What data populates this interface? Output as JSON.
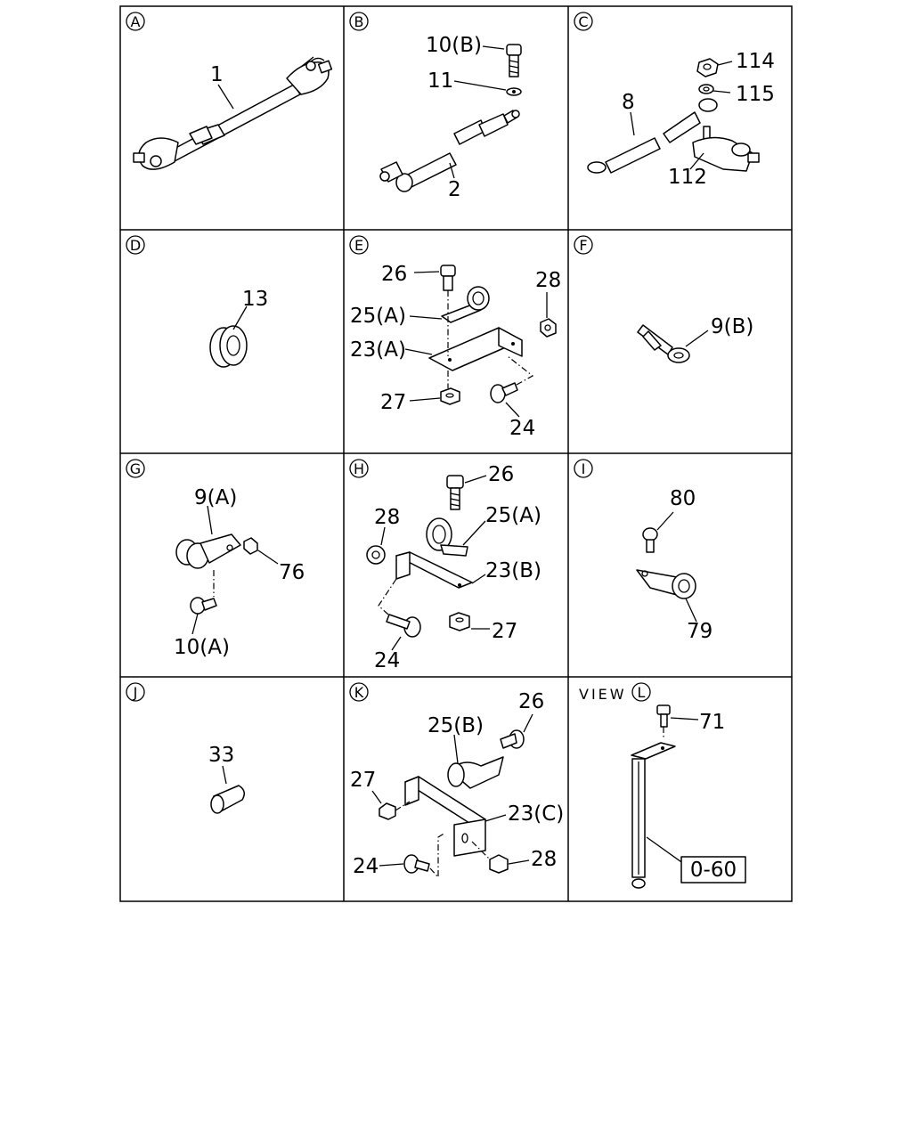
{
  "panels": {
    "A": {
      "letter": "A",
      "labels": {
        "p1": "1"
      }
    },
    "B": {
      "letter": "B",
      "labels": {
        "p10b": "10(B)",
        "p11": "11",
        "p2": "2"
      }
    },
    "C": {
      "letter": "C",
      "labels": {
        "p114": "114",
        "p115": "115",
        "p8": "8",
        "p112": "112"
      }
    },
    "D": {
      "letter": "D",
      "labels": {
        "p13": "13"
      }
    },
    "E": {
      "letter": "E",
      "labels": {
        "p26": "26",
        "p28": "28",
        "p25a": "25(A)",
        "p23a": "23(A)",
        "p27": "27",
        "p24": "24"
      }
    },
    "F": {
      "letter": "F",
      "labels": {
        "p9b": "9(B)"
      }
    },
    "G": {
      "letter": "G",
      "labels": {
        "p9a": "9(A)",
        "p76": "76",
        "p10a": "10(A)"
      }
    },
    "H": {
      "letter": "H",
      "labels": {
        "p26": "26",
        "p28": "28",
        "p25a": "25(A)",
        "p23b": "23(B)",
        "p27": "27",
        "p24": "24"
      }
    },
    "I": {
      "letter": "I",
      "labels": {
        "p80": "80",
        "p79": "79"
      }
    },
    "J": {
      "letter": "J",
      "labels": {
        "p33": "33"
      }
    },
    "K": {
      "letter": "K",
      "labels": {
        "p26": "26",
        "p25b": "25(B)",
        "p27": "27",
        "p23c": "23(C)",
        "p24": "24",
        "p28": "28"
      }
    },
    "L": {
      "letter": "L",
      "view_text": "VIEW",
      "labels": {
        "p71": "71",
        "ref": "0-60"
      }
    }
  }
}
